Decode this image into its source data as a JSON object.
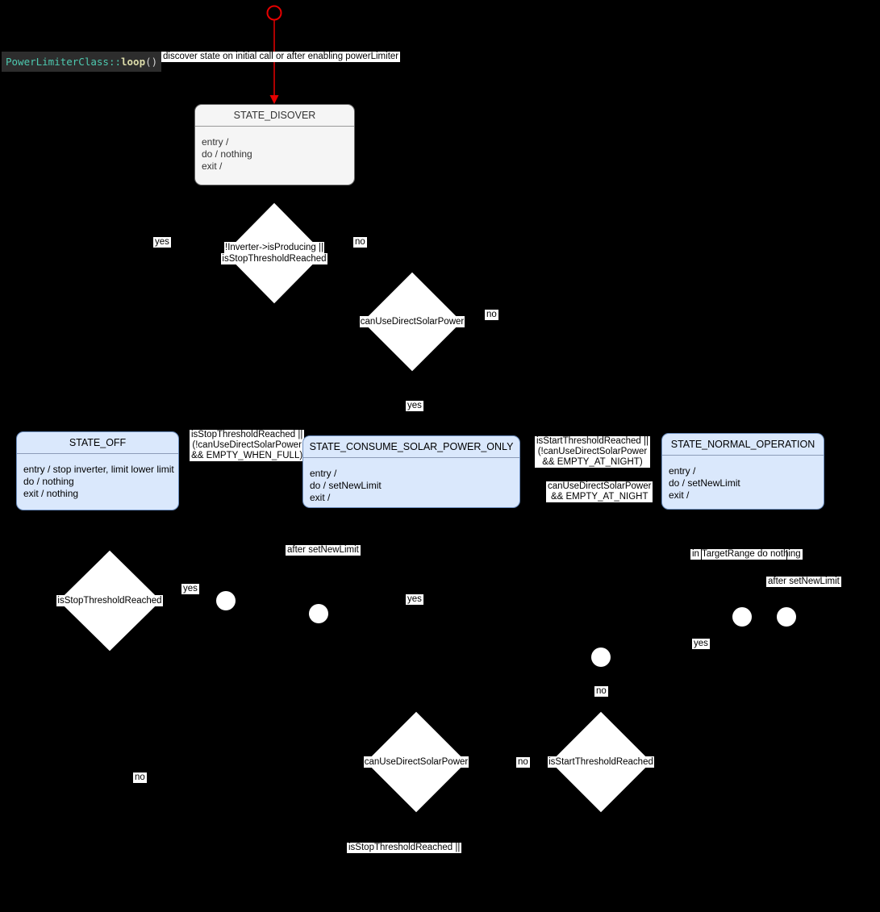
{
  "colors": {
    "background": "#000000",
    "state_blue_fill": "#dae8fc",
    "state_blue_border": "#6c8ebf",
    "state_gray_fill": "#f5f5f5",
    "state_gray_border": "#666666",
    "start_marker_red": "#e60000",
    "label_background": "#ffffff",
    "label_text": "#000000",
    "code_background": "#2d2d2d",
    "code_class_color": "#4ec9b0",
    "code_method_color": "#dcdcaa"
  },
  "code_label": {
    "class_name": "PowerLimiterClass",
    "separator": "::",
    "method_name": "loop",
    "parens": "()"
  },
  "notes": {
    "discover": "discover state on initial call or after enabling powerLimiter",
    "off_guard": [
      "isStopThresholdReached ||",
      "(!canUseDirectSolarPower",
      "&& EMPTY_WHEN_FULL)"
    ],
    "normal_guard": [
      "isStartThresholdReached ||",
      "(!canUseDirectSolarPower",
      "&& EMPTY_AT_NIGHT)"
    ],
    "consume_guard": [
      "canUseDirectSolarPower",
      "&& EMPTY_AT_NIGHT"
    ],
    "after_set_new_limit_left": "after setNewLimit",
    "after_set_new_limit_right": "after setNewLimit",
    "in_target_range": "in TargetRange do nothing",
    "stop_threshold_bottom": "isStopThresholdReached ||"
  },
  "branches": {
    "discover_yes": "yes",
    "discover_no": "no",
    "solar_top_no": "no",
    "solar_top_yes": "yes",
    "off_check_yes": "yes",
    "consume_check_yes": "yes",
    "normal_check_no": "no",
    "bottom_left_no": "no",
    "bottom_mid_no": "no",
    "right_yes": "yes"
  },
  "states": [
    {
      "title": "STATE_DISOVER",
      "body": [
        "entry /",
        "do / nothing",
        "exit /"
      ]
    },
    {
      "title": "STATE_OFF",
      "body": [
        "entry / stop inverter, limit lower limit",
        "do / nothing",
        "exit / nothing"
      ]
    },
    {
      "title": "STATE_CONSUME_SOLAR_POWER_ONLY",
      "body": [
        "entry /",
        "do / setNewLimit",
        "exit /"
      ]
    },
    {
      "title": "STATE_NORMAL_OPERATION",
      "body": [
        "entry /",
        "do / setNewLimit",
        "exit /"
      ]
    }
  ],
  "decisions": [
    {
      "lines": [
        "!Inverter->isProducing ||",
        "isStopThresholdReached"
      ]
    },
    {
      "lines": [
        "canUseDirectSolarPower"
      ]
    },
    {
      "lines": [
        "isStopThresholdReached"
      ]
    },
    {
      "lines": [
        "canUseDirectSolarPower"
      ]
    },
    {
      "lines": [
        "isStartThresholdReached"
      ]
    }
  ]
}
